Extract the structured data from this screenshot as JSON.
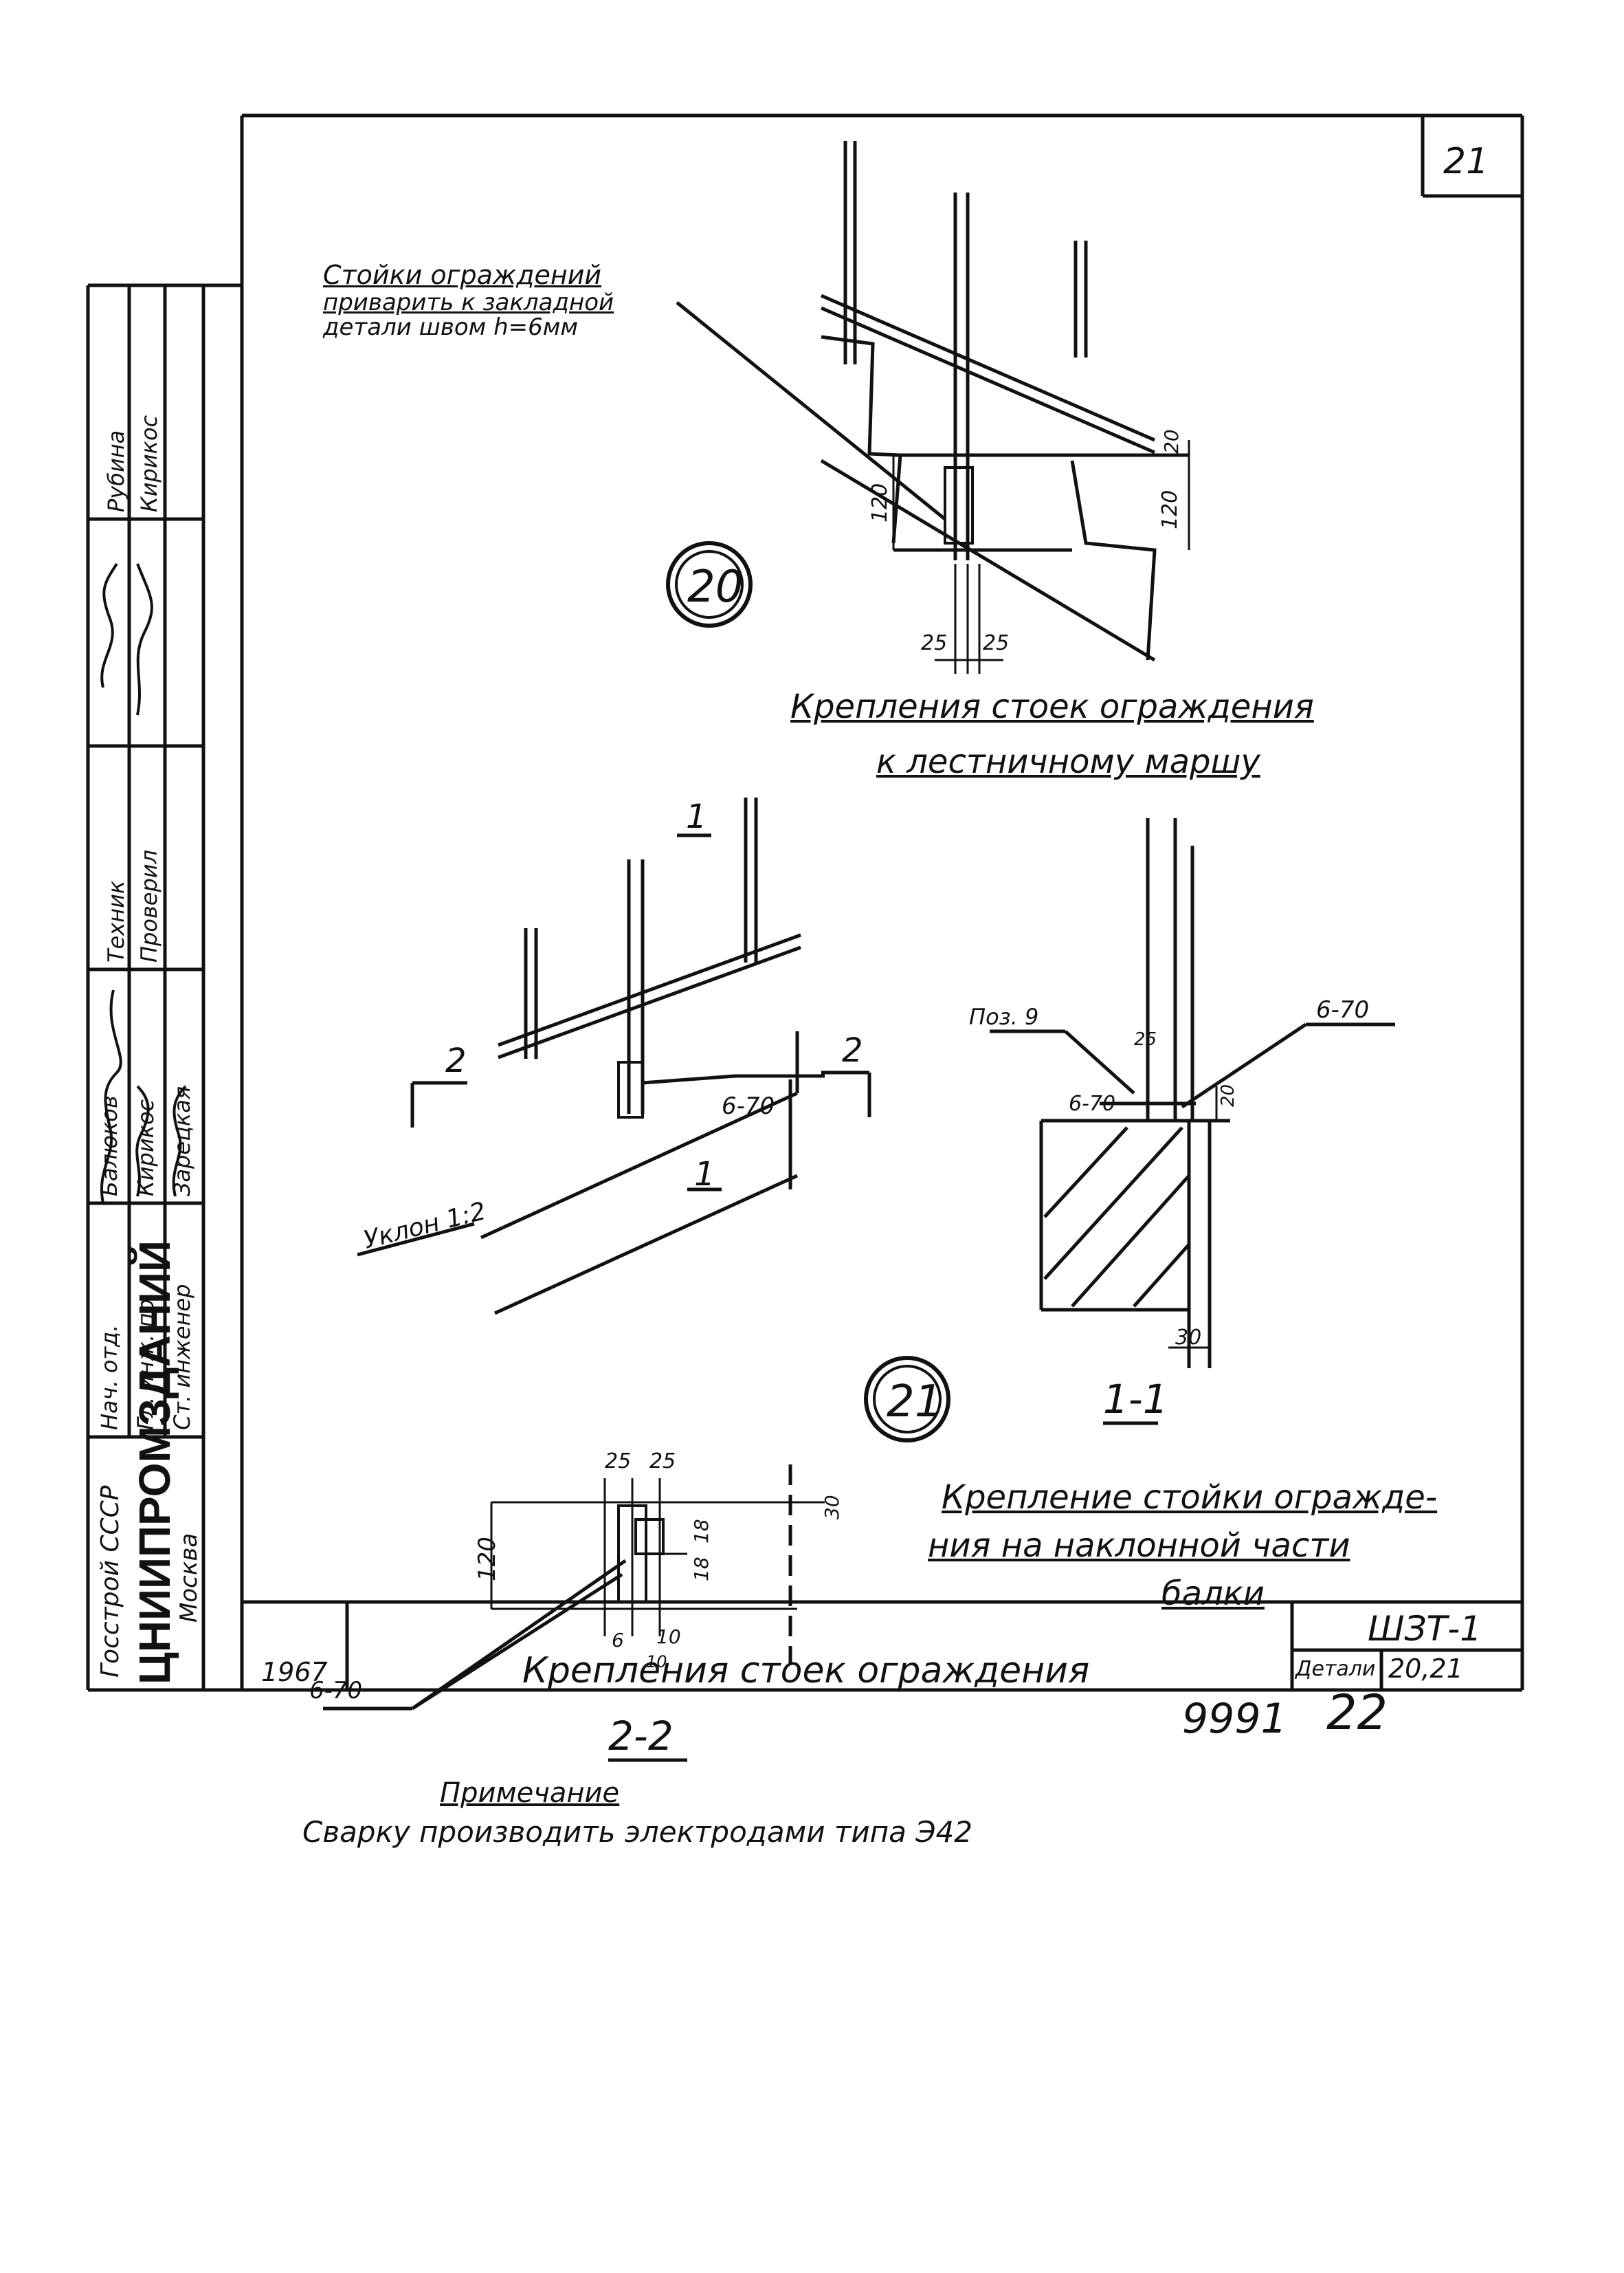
{
  "sheet_number": "21",
  "note_top": [
    "Стойки ограждений",
    "приварить к закладной",
    "детали швом h=6мм"
  ],
  "detail20": {
    "marker": "20",
    "caption_line1": "Крепления стоек ограждения",
    "caption_line2": "к лестничному маршу",
    "dims": {
      "d120_left": "120",
      "d120_right": "120",
      "d20": "20",
      "d25a": "25",
      "d25b": "25"
    }
  },
  "detail21": {
    "marker": "21",
    "caption_line1": "Крепление стойки огражде-",
    "caption_line2": "ния на наклонной части",
    "caption_line3": "балки",
    "slope": "Уклон 1:2",
    "weld_6_70": "6-70",
    "sec1_mark": "1",
    "sec2_mark": "2"
  },
  "section11": {
    "title": "1-1",
    "pos": "Поз. 9",
    "weld_a": "6-70",
    "weld_b": "6-70",
    "d25": "25",
    "d20": "20",
    "d30": "30"
  },
  "section22": {
    "title": "2-2",
    "weld": "6-70",
    "d25a": "25",
    "d25b": "25",
    "d18a": "18",
    "d18b": "18",
    "d30": "30",
    "d120": "120",
    "d6": "6",
    "d10a": "10",
    "d10b": "10"
  },
  "note": {
    "title": "Примечание",
    "text": "Сварку производить электродами типа Э42"
  },
  "titleblock": {
    "code": "ШЗТ-1",
    "year": "1967",
    "title": "Крепления стоек ограждения",
    "details_label": "Детали",
    "details_value": "20,21"
  },
  "left_stamp": {
    "org1": "Госстрой СССР",
    "org2": "ЦНИИПРОМЗДАНИЙ",
    "org3": "Москва",
    "roles": [
      "Нач. отд.",
      "Гл. инж. пр.",
      "Ст. инженер",
      "Техник",
      "Проверил"
    ],
    "names": [
      "Балюков",
      "Кирикос",
      "Зарецкая",
      "Рубина",
      "Кирикос"
    ]
  },
  "bottom_number": "9991",
  "bottom_page": "22"
}
